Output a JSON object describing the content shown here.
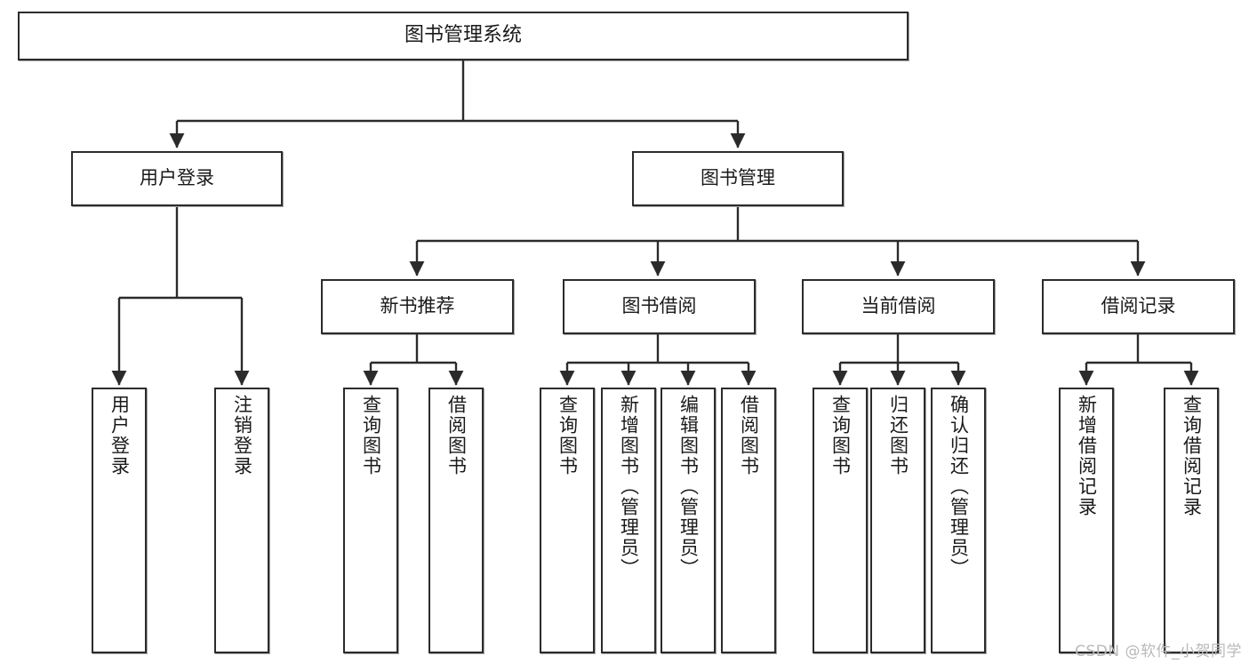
{
  "diagram": {
    "kind": "hierarchy-tree",
    "title": "图书管理系统",
    "watermark": "CSDN @软件_小贺同学",
    "colors": {
      "stroke": "#2b2b2b",
      "fill": "#ffffff",
      "text": "#1a1a1a",
      "watermark": "#b9b9b9"
    },
    "nodes": {
      "root": {
        "label": "图书管理系统"
      },
      "level1": [
        {
          "id": "user-login",
          "label": "用户登录"
        },
        {
          "id": "book-manage",
          "label": "图书管理"
        }
      ],
      "level2": [
        {
          "id": "new-book-rec",
          "label": "新书推荐"
        },
        {
          "id": "book-borrow",
          "label": "图书借阅"
        },
        {
          "id": "current-borrow",
          "label": "当前借阅"
        },
        {
          "id": "borrow-record",
          "label": "借阅记录"
        }
      ],
      "leaves": {
        "user-login": [
          {
            "id": "leaf-user-login",
            "label": "用户登录"
          },
          {
            "id": "leaf-user-logout",
            "label": "注销登录"
          }
        ],
        "new-book-rec": [
          {
            "id": "leaf-query-book-1",
            "label": "查询图书"
          },
          {
            "id": "leaf-borrow-book-1",
            "label": "借阅图书"
          }
        ],
        "book-borrow": [
          {
            "id": "leaf-query-book-2",
            "label": "查询图书"
          },
          {
            "id": "leaf-add-book",
            "label": "新增图书（管理员）"
          },
          {
            "id": "leaf-edit-book",
            "label": "编辑图书（管理员）"
          },
          {
            "id": "leaf-borrow-book-2",
            "label": "借阅图书"
          }
        ],
        "current-borrow": [
          {
            "id": "leaf-query-book-3",
            "label": "查询图书"
          },
          {
            "id": "leaf-return-book",
            "label": "归还图书"
          },
          {
            "id": "leaf-confirm-return",
            "label": "确认归还（管理员）"
          }
        ],
        "borrow-record": [
          {
            "id": "leaf-add-record",
            "label": "新增借阅记录"
          },
          {
            "id": "leaf-query-record",
            "label": "查询借阅记录"
          }
        ]
      }
    }
  }
}
